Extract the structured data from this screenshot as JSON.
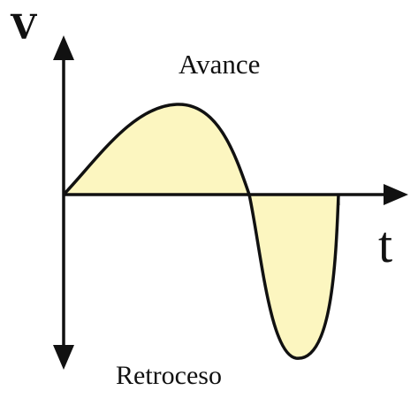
{
  "labels": {
    "y_axis": "V",
    "x_axis": "t",
    "positive_region": "Avance",
    "negative_region": "Retroceso"
  },
  "colors": {
    "fill": "#fcf6c0",
    "stroke": "#111111",
    "background": "#ffffff"
  }
}
